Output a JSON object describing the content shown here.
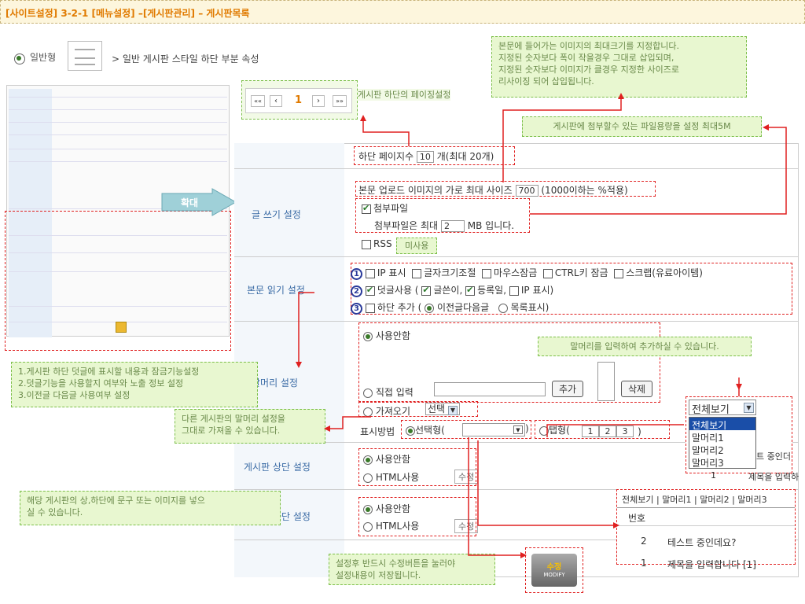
{
  "header": {
    "title": "[사이트설정] 3-2-1 [메뉴설정] –[게시판관리] – 게시판목록"
  },
  "intro": {
    "style_name": "일반형",
    "description": "> 일반 게시판 스타일 하단 부분 속성"
  },
  "zoom_label": "확대",
  "notes": {
    "image_size": "본문에 들어가는 이미지의 최대크기를 지정합니다.\n지정된 숫자보다 폭이 작을경우 그대로 삽입되며,\n지정된 숫자보다 이미지가 클경우 지정한 사이즈로\n리사이징 되어 삽입됩니다.",
    "paging": "게시판 하단의 페이징설정",
    "attach": "게시판에 첨부할수 있는 파일용량을 설정 최대5M",
    "unused": "미사용",
    "prefix_input": "말머리를 입력하여 추가하실 수 있습니다.",
    "read_settings": "1.게시판 하단 덧글에 표시할 내용과 잠금기능설정\n2.덧글기능을 사용할지 여부와 노출 정보 설정\n3.이전글 다음글 사용여부 설정",
    "import_prefix": "다른 게시판의 말머리 설정을\n그대로 가져올 수 있습니다.",
    "header_footer": "해당 게시판의 상,하단에 문구 또는 이미지를 넣으\n실 수 있습니다.",
    "save": "설정후 반드시 수정버튼을 눌러야\n설정내용이 저장됩니다."
  },
  "pager": {
    "prev2": "««",
    "prev": "‹",
    "current": "1",
    "next": "›",
    "next2": "»»"
  },
  "paging_row": {
    "prefix": "하단 페이지수",
    "value": "10",
    "suffix": "개(최대 20개)"
  },
  "write": {
    "label": "글 쓰기 설정",
    "img_prefix": "본문 업로드 이미지의 가로 최대 사이즈",
    "img_value": "700",
    "img_suffix": "(1000이하는 %적용)",
    "attach_label": "첨부파일",
    "attach_prefix": "첨부파일은 최대",
    "attach_value": "2",
    "attach_suffix": "MB 입니다.",
    "rss_label": "RSS"
  },
  "read": {
    "label": "본문 읽기 설정",
    "n1": "1",
    "n2": "2",
    "n3": "3",
    "r1": {
      "a": "IP 표시",
      "b": "글자크기조절",
      "c": "마우스잠금",
      "d": "CTRL키 잠금",
      "e": "스크랩(유료아이템)"
    },
    "r2": {
      "a": "덧글사용 (",
      "b": "글쓴이,",
      "c": "등록일,",
      "d": "IP 표시)"
    },
    "r3": {
      "a": "하단 추가 (",
      "b": "이전글다음글",
      "c": "목록표시)"
    }
  },
  "prefix": {
    "label": "말머리 설정",
    "opt_none": "사용안함",
    "opt_direct": "직접 입력",
    "add": "추가",
    "del": "삭제",
    "opt_import": "가져오기",
    "import_select": "선택",
    "display_label": "표시방법",
    "select_type": "선택형(",
    "select_close": ")",
    "tab_type": "탭형(",
    "tabs": [
      "1",
      "2",
      "3"
    ],
    "tab_close": ")"
  },
  "dropdown": {
    "selected": "전체보기",
    "options": [
      "전체보기",
      "말머리1",
      "말머리2",
      "말머리3"
    ]
  },
  "top": {
    "label": "게시판 상단 설정",
    "opt_none": "사용안함",
    "opt_html": "HTML사용",
    "edit": "수정"
  },
  "bottom": {
    "label": "게시판 하단 설정",
    "opt_none": "사용안함",
    "opt_html": "HTML사용",
    "edit": "수정"
  },
  "preview": {
    "tabs": "전체보기 | 말머리1 | 말머리2 | 말머리3",
    "col_no": "번호",
    "rows": [
      {
        "no": "2",
        "title": "테스트 중인데요?"
      },
      {
        "no": "1",
        "title": "제목을 입력합니다 [1]"
      }
    ],
    "peek1": "트 중인더",
    "peek2_no": "1",
    "peek2": "제목을 입력하"
  },
  "modify": {
    "label": "수정",
    "sub": "MODIFY"
  }
}
